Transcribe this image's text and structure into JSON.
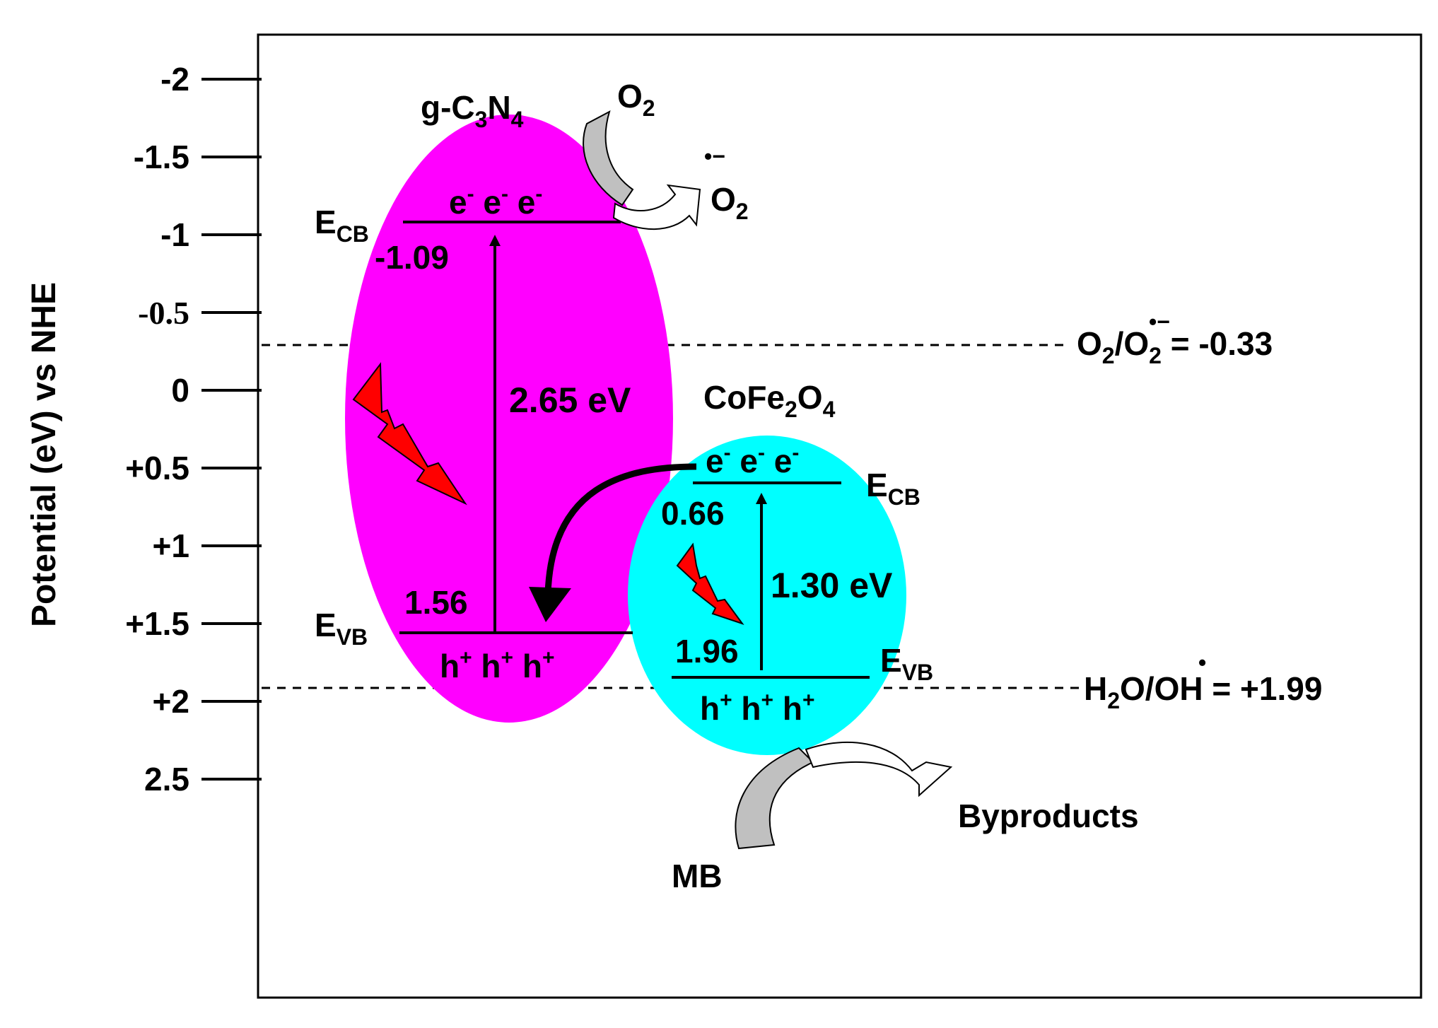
{
  "y_axis": {
    "label": "Potential (eV) vs NHE",
    "ticks": [
      {
        "value": -2,
        "label": "-2"
      },
      {
        "value": -1.5,
        "label": "-1.5"
      },
      {
        "value": -1,
        "label": "-1"
      },
      {
        "value": -0.5,
        "label": "-0.5"
      },
      {
        "value": 0,
        "label": "0"
      },
      {
        "value": 0.5,
        "label": "+0.5"
      },
      {
        "value": 1,
        "label": "+1"
      },
      {
        "value": 1.5,
        "label": "+1.5"
      },
      {
        "value": 2,
        "label": "+2"
      },
      {
        "value": 2.5,
        "label": "2.5"
      }
    ]
  },
  "reference_levels": [
    {
      "value": -0.33,
      "couple_left": "O",
      "couple_left_sub": "2",
      "couple_right": "O",
      "couple_right_sub": "2",
      "radical_mark": "•−",
      "equals": "= -0.33"
    },
    {
      "value": 1.99,
      "couple_left": "H",
      "couple_left_sub": "2",
      "couple_left_rest": "O/",
      "couple_right": "OH",
      "radical_mark": "•",
      "equals": "= +1.99"
    }
  ],
  "g_c3n4": {
    "name_prefix": "g-C",
    "name_sub1": "3",
    "name_mid": "N",
    "name_sub2": "4",
    "color": "#ff00ff",
    "ecb_label": "E",
    "ecb_sub": "CB",
    "ecb_value": "-1.09",
    "evb_label": "E",
    "evb_sub": "VB",
    "evb_value": "1.56",
    "band_gap": "2.65 eV",
    "electrons": "e",
    "electron_charge": "-",
    "holes": "h",
    "hole_charge": "+"
  },
  "cofe2o4": {
    "name_prefix": "CoFe",
    "name_sub1": "2",
    "name_mid": "O",
    "name_sub2": "4",
    "color": "#00ffff",
    "ecb_label": "E",
    "ecb_sub": "CB",
    "ecb_value": "0.66",
    "evb_label": "E",
    "evb_sub": "VB",
    "evb_value": "1.96",
    "band_gap": "1.30 eV",
    "electrons": "e",
    "electron_charge": "-",
    "holes": "h",
    "hole_charge": "+"
  },
  "oxygen_reaction": {
    "reactant": "O",
    "reactant_sub": "2",
    "product": "O",
    "product_sub": "2",
    "product_mark": "•−"
  },
  "degradation": {
    "reactant": "MB",
    "product": "Byproducts"
  },
  "colors": {
    "lightning": "#ff0000",
    "reaction_arrow": "#c0c0c0",
    "frame": "#000000"
  }
}
